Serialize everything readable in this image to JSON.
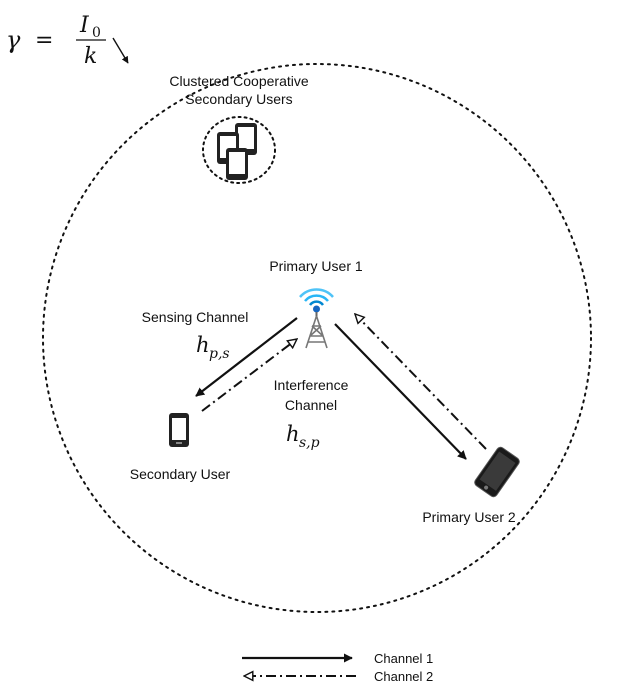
{
  "formula": {
    "gamma": "γ",
    "equals": "=",
    "numerator": "I",
    "numerator_sub": "0",
    "denominator": "k"
  },
  "labels": {
    "clustered_line1": "Clustered Cooperative",
    "clustered_line2": "Secondary Users",
    "primary_user_1": "Primary User 1",
    "primary_user_2": "Primary User 2",
    "secondary_user": "Secondary User",
    "sensing_channel": "Sensing Channel",
    "interference_line1": "Interference",
    "interference_line2": "Channel"
  },
  "symbols": {
    "h_ps": {
      "base": "h",
      "sub": "p,s"
    },
    "h_sp": {
      "base": "h",
      "sub": "s,p"
    }
  },
  "legend": {
    "channel_1": "Channel 1",
    "channel_2": "Channel 2"
  },
  "icons": [
    "tower-icon",
    "phone-icon",
    "dark-phone-icon",
    "phone-cluster-icon"
  ]
}
